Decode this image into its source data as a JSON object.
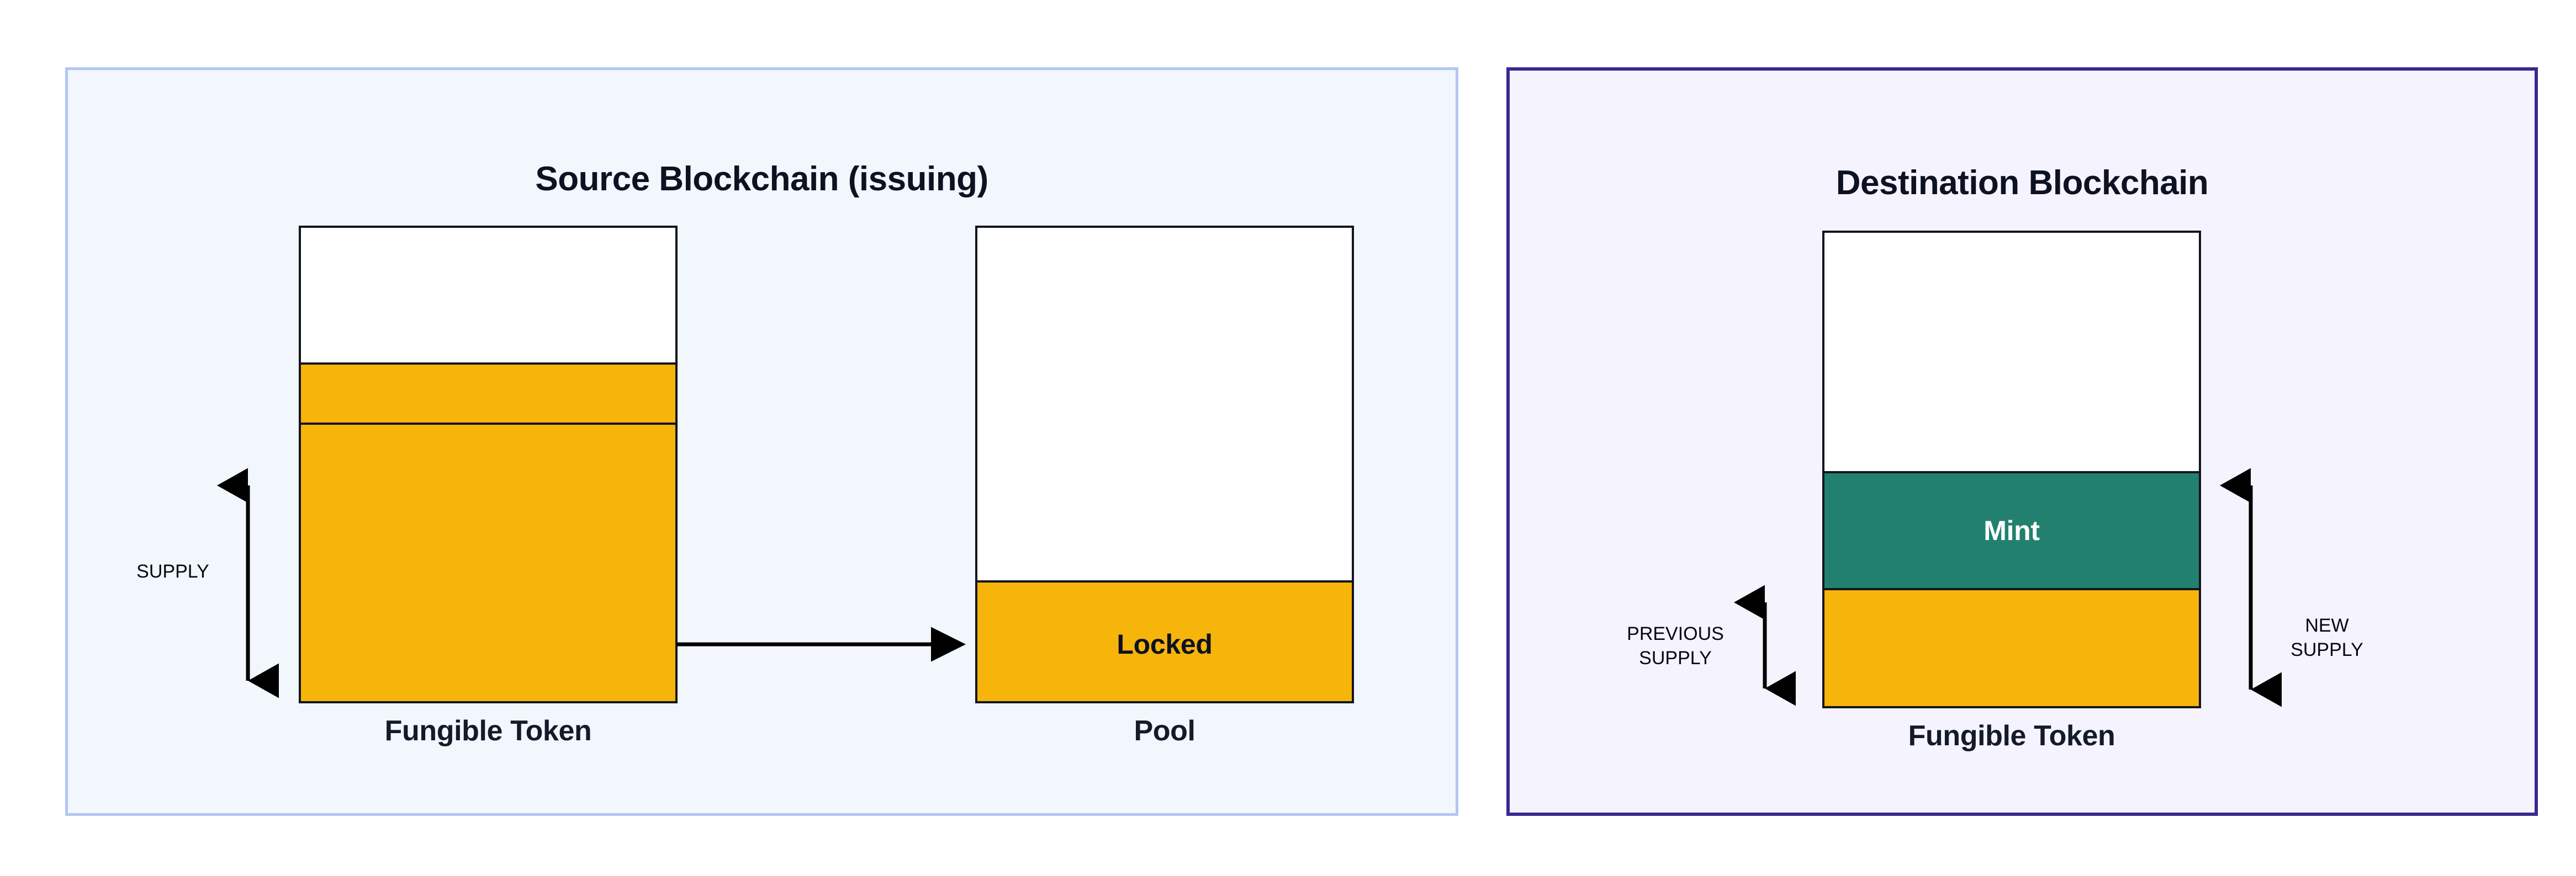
{
  "diagram": {
    "title": "Lock-and-mint token bridge supply diagram",
    "colors": {
      "orange": "#f7b40b",
      "teal": "#22806f",
      "source_panel_border": "#b2c6f4",
      "source_panel_background": "#f2f6fd",
      "destination_panel_border": "#3b2890",
      "destination_panel_background": "#f5f3fe",
      "outline": "#11161f",
      "text": "#0d1222"
    }
  },
  "source_panel": {
    "title": "Source Blockchain (issuing)",
    "token_bar": {
      "caption": "Fungible Token",
      "segments": [
        {
          "name": "headroom",
          "label": "",
          "fill": "empty"
        },
        {
          "name": "supply-upper",
          "label": "",
          "fill": "orange"
        },
        {
          "name": "supply-lower",
          "label": "",
          "fill": "orange"
        }
      ]
    },
    "supply_measure": {
      "label": "SUPPLY"
    },
    "transfer_arrow": {
      "label": ""
    },
    "pool_bar": {
      "caption": "Pool",
      "segments": [
        {
          "name": "headroom",
          "label": "",
          "fill": "empty"
        },
        {
          "name": "locked",
          "label": "Locked",
          "fill": "orange"
        }
      ]
    }
  },
  "destination_panel": {
    "title": "Destination Blockchain",
    "token_bar": {
      "caption": "Fungible Token",
      "segments": [
        {
          "name": "headroom",
          "label": "",
          "fill": "empty"
        },
        {
          "name": "mint",
          "label": "Mint",
          "fill": "teal"
        },
        {
          "name": "previous-supply",
          "label": "",
          "fill": "orange"
        }
      ]
    },
    "previous_supply_measure": {
      "label": "PREVIOUS\nSUPPLY"
    },
    "new_supply_measure": {
      "label": "NEW\nSUPPLY"
    }
  }
}
